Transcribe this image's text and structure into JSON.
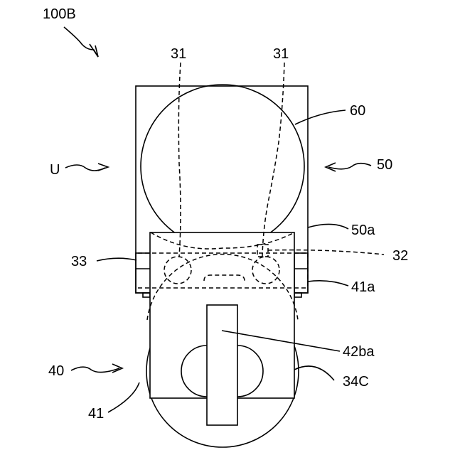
{
  "figure": {
    "labels": {
      "assembly": "100B",
      "cable_left": "31",
      "cable_right": "31",
      "part_60": "60",
      "direction_u": "U",
      "part_50": "50",
      "part_50a": "50a",
      "part_33": "33",
      "part_32": "32",
      "part_41a": "41a",
      "part_42ba": "42ba",
      "part_40": "40",
      "part_34c": "34C",
      "part_41": "41"
    }
  }
}
